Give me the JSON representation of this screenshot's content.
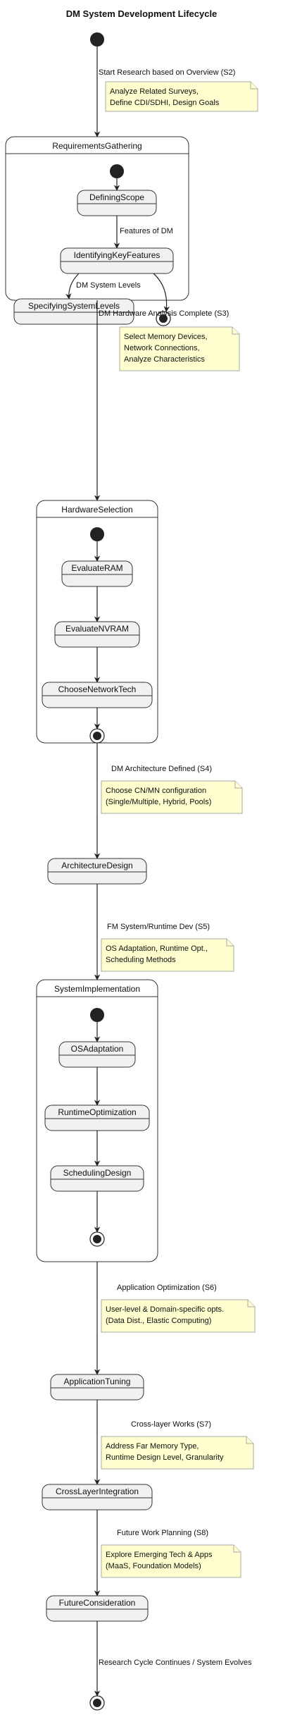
{
  "diagram": {
    "title": "DM System Development Lifecycle",
    "states": {
      "requirements": "RequirementsGathering",
      "defining_scope": "DefiningScope",
      "identifying_key_features": "IdentifyingKeyFeatures",
      "specifying_system_levels": "SpecifyingSystemLevels",
      "hardware_selection": "HardwareSelection",
      "evaluate_ram": "EvaluateRAM",
      "evaluate_nvram": "EvaluateNVRAM",
      "choose_network_tech": "ChooseNetworkTech",
      "architecture_design": "ArchitectureDesign",
      "system_implementation": "SystemImplementation",
      "os_adaptation": "OSAdaptation",
      "runtime_optimization": "RuntimeOptimization",
      "scheduling_design": "SchedulingDesign",
      "application_tuning": "ApplicationTuning",
      "cross_layer_integration": "CrossLayerIntegration",
      "future_consideration": "FutureConsideration"
    },
    "transitions": {
      "start_to_requirements": "Start Research based on Overview (S2)",
      "scope_to_features": "Features of DM",
      "features_to_levels": "DM System Levels",
      "requirements_to_hardware": "DM Hardware Analysis Complete (S3)",
      "hardware_to_architecture": "DM Architecture Defined (S4)",
      "architecture_to_implementation": "FM System/Runtime Dev (S5)",
      "implementation_to_tuning": "Application Optimization (S6)",
      "tuning_to_crosslayer": "Cross-layer Works (S7)",
      "crosslayer_to_future": "Future Work Planning (S8)",
      "future_to_end": "Research Cycle Continues / System Evolves"
    },
    "notes": {
      "s2": [
        "Analyze Related Surveys,",
        "Define CDI/SDHI, Design Goals"
      ],
      "s3": [
        "Select Memory Devices,",
        "Network Connections,",
        "Analyze Characteristics"
      ],
      "s4": [
        "Choose CN/MN configuration",
        "(Single/Multiple, Hybrid, Pools)"
      ],
      "s5": [
        "OS Adaptation, Runtime Opt.,",
        "Scheduling Methods"
      ],
      "s6": [
        "User-level & Domain-specific opts.",
        "(Data Dist., Elastic Computing)"
      ],
      "s7": [
        "Address Far Memory Type,",
        "Runtime Design Level, Granularity"
      ],
      "s8": [
        "Explore Emerging Tech & Apps",
        "(MaaS, Foundation Models)"
      ]
    }
  }
}
